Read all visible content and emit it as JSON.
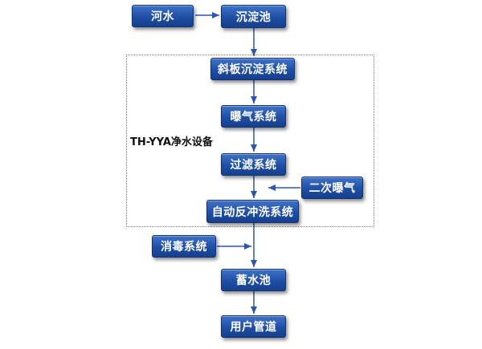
{
  "nodes": {
    "river_water": "河水",
    "sedimentation_tank": "沉淀池",
    "inclined_plate": "斜板沉淀系统",
    "aeration": "曝气系统",
    "filtration": "过滤系统",
    "secondary_aeration": "二次曝气",
    "backwash": "自动反冲洗系统",
    "disinfection": "消毒系统",
    "storage_tank": "蓄水池",
    "user_pipeline": "用户管道"
  },
  "equipment_label": "TH-YYA净水设备",
  "colors": {
    "box_fill": "#1f4ea5",
    "arrow": "#2a56b0",
    "frame_border": "#777777"
  }
}
